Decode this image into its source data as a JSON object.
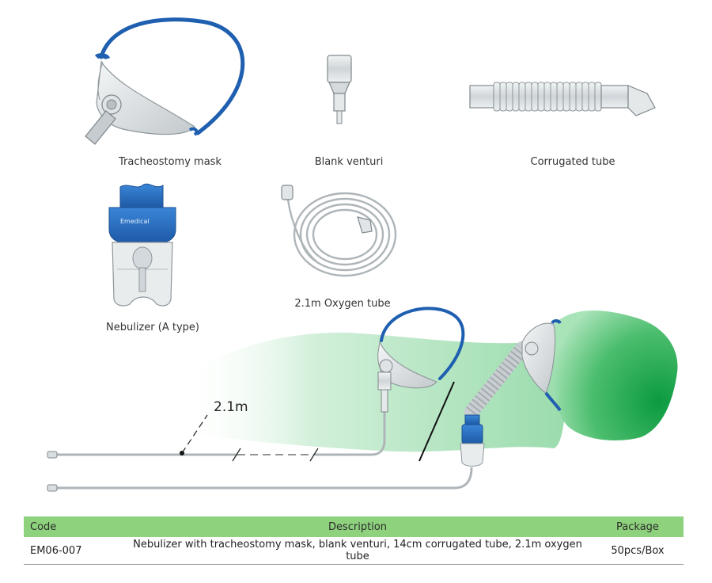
{
  "components": [
    {
      "caption": "Tracheostomy mask"
    },
    {
      "caption": "Blank venturi"
    },
    {
      "caption": "Corrugated tube"
    },
    {
      "caption": "Nebulizer (A type)"
    },
    {
      "caption": "2.1m Oxygen tube"
    }
  ],
  "nebulizer_brand": "Emedical",
  "assembly": {
    "length_label": "2.1m"
  },
  "table": {
    "headers": {
      "code": "Code",
      "description": "Description",
      "package": "Package"
    },
    "rows": [
      {
        "code": "EM06-007",
        "description": "Nebulizer with tracheostomy mask, blank venturi, 14cm corrugated tube, 2.1m oxygen tube",
        "package": "50pcs/Box"
      }
    ]
  },
  "colors": {
    "header_green": "#8ed27e",
    "strap_blue": "#1f5fb0",
    "patient_green": "#1aa24a"
  }
}
